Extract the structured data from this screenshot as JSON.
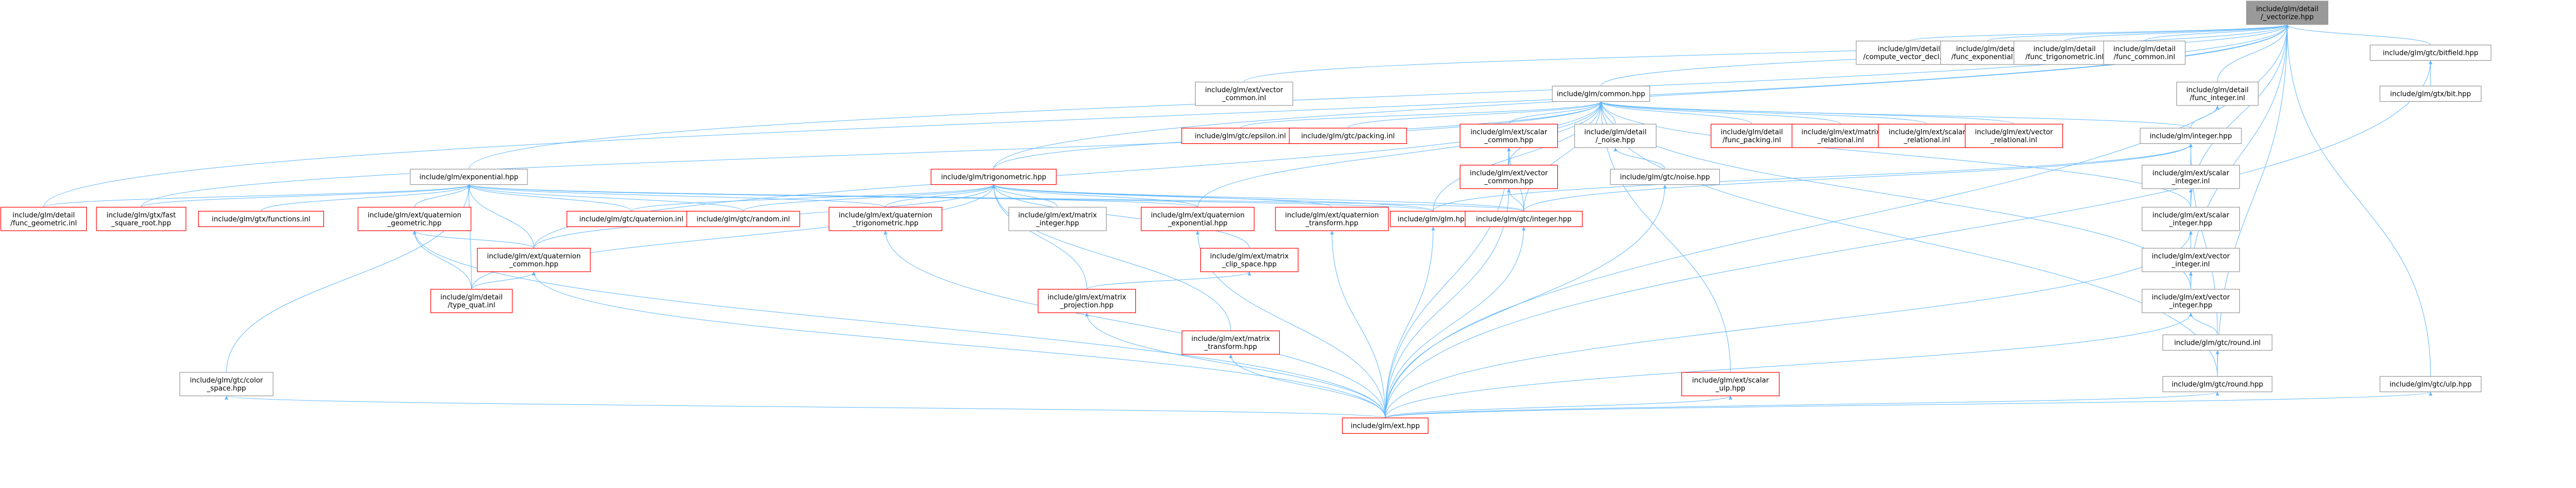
{
  "colors": {
    "edge": "#63B8FF",
    "node_border_default": "#999999",
    "node_border_missing": "#FF0000",
    "node_fill": "#FFFFFF",
    "node_fill_root": "#999999",
    "node_text": "#000000"
  },
  "nodes": [
    {
      "id": "vector_relational",
      "lines": [
        "include/glm/detail",
        "/_vectorize.hpp"
      ],
      "style": "root"
    },
    {
      "id": "compute_vector_decl",
      "lines": [
        "include/glm/detail",
        "/compute_vector_decl.hpp"
      ],
      "style": "default"
    },
    {
      "id": "func_exponential_inl",
      "lines": [
        "include/glm/detail",
        "/func_exponential.inl"
      ],
      "style": "default"
    },
    {
      "id": "func_trigonometric_inl",
      "lines": [
        "include/glm/detail",
        "/func_trigonometric.inl"
      ],
      "style": "default"
    },
    {
      "id": "func_common_inl",
      "lines": [
        "include/glm/detail",
        "/func_common.inl"
      ],
      "style": "default"
    },
    {
      "id": "gtc_bitfield",
      "lines": [
        "include/glm/gtc/bitfield.hpp"
      ],
      "style": "default"
    },
    {
      "id": "ext_vector_common_inl",
      "lines": [
        "include/glm/ext/vector",
        "_common.inl"
      ],
      "style": "default"
    },
    {
      "id": "common_hpp",
      "lines": [
        "include/glm/common.hpp"
      ],
      "style": "default"
    },
    {
      "id": "func_integer_inl",
      "lines": [
        "include/glm/detail",
        "/func_integer.inl"
      ],
      "style": "default"
    },
    {
      "id": "gtx_bit",
      "lines": [
        "include/glm/gtx/bit.hpp"
      ],
      "style": "default"
    },
    {
      "id": "gtc_epsilon_inl",
      "lines": [
        "include/glm/gtc/epsilon.inl"
      ],
      "style": "missing"
    },
    {
      "id": "gtc_packing_inl",
      "lines": [
        "include/glm/gtc/packing.inl"
      ],
      "style": "missing"
    },
    {
      "id": "ext_scalar_common",
      "lines": [
        "include/glm/ext/scalar",
        "_common.hpp"
      ],
      "style": "missing"
    },
    {
      "id": "detail_noise",
      "lines": [
        "include/glm/detail",
        "/_noise.hpp"
      ],
      "style": "default"
    },
    {
      "id": "func_packing_inl",
      "lines": [
        "include/glm/detail",
        "/func_packing.inl"
      ],
      "style": "missing"
    },
    {
      "id": "ext_matrix_relational_inl",
      "lines": [
        "include/glm/ext/matrix",
        "_relational.inl"
      ],
      "style": "missing"
    },
    {
      "id": "ext_scalar_relational_inl",
      "lines": [
        "include/glm/ext/scalar",
        "_relational.inl"
      ],
      "style": "missing"
    },
    {
      "id": "ext_vector_relational_inl",
      "lines": [
        "include/glm/ext/vector",
        "_relational.inl"
      ],
      "style": "missing"
    },
    {
      "id": "integer_hpp",
      "lines": [
        "include/glm/integer.hpp"
      ],
      "style": "default"
    },
    {
      "id": "exponential_hpp",
      "lines": [
        "include/glm/exponential.hpp"
      ],
      "style": "default"
    },
    {
      "id": "trigonometric_hpp",
      "lines": [
        "include/glm/trigonometric.hpp"
      ],
      "style": "missing"
    },
    {
      "id": "ext_vector_common_hpp",
      "lines": [
        "include/glm/ext/vector",
        "_common.hpp"
      ],
      "style": "missing"
    },
    {
      "id": "gtc_noise",
      "lines": [
        "include/glm/gtc/noise.hpp"
      ],
      "style": "default"
    },
    {
      "id": "ext_scalar_integer_inl",
      "lines": [
        "include/glm/ext/scalar",
        "_integer.inl"
      ],
      "style": "default"
    },
    {
      "id": "func_geometric_inl",
      "lines": [
        "include/glm/detail",
        "/func_geometric.inl"
      ],
      "style": "missing"
    },
    {
      "id": "gtx_fast_square_root",
      "lines": [
        "include/glm/gtx/fast",
        "_square_root.hpp"
      ],
      "style": "missing"
    },
    {
      "id": "gtx_functions_inl",
      "lines": [
        "include/glm/gtx/functions.inl"
      ],
      "style": "missing"
    },
    {
      "id": "ext_quaternion_geometric",
      "lines": [
        "include/glm/ext/quaternion",
        "_geometric.hpp"
      ],
      "style": "missing"
    },
    {
      "id": "gtc_quaternion_inl",
      "lines": [
        "include/glm/gtc/quaternion.inl"
      ],
      "style": "missing"
    },
    {
      "id": "gtc_random_inl",
      "lines": [
        "include/glm/gtc/random.inl"
      ],
      "style": "missing"
    },
    {
      "id": "ext_quaternion_trigonometric",
      "lines": [
        "include/glm/ext/quaternion",
        "_trigonometric.hpp"
      ],
      "style": "missing"
    },
    {
      "id": "ext_matrix_integer",
      "lines": [
        "include/glm/ext/matrix",
        "_integer.hpp"
      ],
      "style": "default"
    },
    {
      "id": "ext_quaternion_exponential",
      "lines": [
        "include/glm/ext/quaternion",
        "_exponential.hpp"
      ],
      "style": "missing"
    },
    {
      "id": "ext_quaternion_transform",
      "lines": [
        "include/glm/ext/quaternion",
        "_transform.hpp"
      ],
      "style": "missing"
    },
    {
      "id": "glm_hpp",
      "lines": [
        "include/glm/glm.hpp"
      ],
      "style": "missing"
    },
    {
      "id": "gtc_integer",
      "lines": [
        "include/glm/gtc/integer.hpp"
      ],
      "style": "missing"
    },
    {
      "id": "ext_scalar_integer_hpp",
      "lines": [
        "include/glm/ext/scalar",
        "_integer.hpp"
      ],
      "style": "default"
    },
    {
      "id": "ext_quaternion_common",
      "lines": [
        "include/glm/ext/quaternion",
        "_common.hpp"
      ],
      "style": "missing"
    },
    {
      "id": "ext_matrix_clip_space",
      "lines": [
        "include/glm/ext/matrix",
        "_clip_space.hpp"
      ],
      "style": "missing"
    },
    {
      "id": "ext_vector_integer_inl",
      "lines": [
        "include/glm/ext/vector",
        "_integer.inl"
      ],
      "style": "default"
    },
    {
      "id": "type_quat_inl",
      "lines": [
        "include/glm/detail",
        "/type_quat.inl"
      ],
      "style": "missing"
    },
    {
      "id": "ext_matrix_projection",
      "lines": [
        "include/glm/ext/matrix",
        "_projection.hpp"
      ],
      "style": "missing"
    },
    {
      "id": "ext_vector_integer_hpp",
      "lines": [
        "include/glm/ext/vector",
        "_integer.hpp"
      ],
      "style": "default"
    },
    {
      "id": "ext_matrix_transform",
      "lines": [
        "include/glm/ext/matrix",
        "_transform.hpp"
      ],
      "style": "missing"
    },
    {
      "id": "gtc_round_inl",
      "lines": [
        "include/glm/gtc/round.inl"
      ],
      "style": "default"
    },
    {
      "id": "gtc_color_space",
      "lines": [
        "include/glm/gtc/color",
        "_space.hpp"
      ],
      "style": "default"
    },
    {
      "id": "ext_scalar_ulp",
      "lines": [
        "include/glm/ext/scalar",
        "_ulp.hpp"
      ],
      "style": "missing"
    },
    {
      "id": "gtc_round_hpp",
      "lines": [
        "include/glm/gtc/round.hpp"
      ],
      "style": "default"
    },
    {
      "id": "gtc_ulp",
      "lines": [
        "include/glm/gtc/ulp.hpp"
      ],
      "style": "default"
    },
    {
      "id": "ext_hpp",
      "lines": [
        "include/glm/ext.hpp"
      ],
      "style": "missing"
    }
  ],
  "edges": [
    [
      "vector_relational",
      "compute_vector_decl"
    ],
    [
      "vector_relational",
      "func_exponential_inl"
    ],
    [
      "vector_relational",
      "func_trigonometric_inl"
    ],
    [
      "vector_relational",
      "func_common_inl"
    ],
    [
      "vector_relational",
      "gtc_bitfield"
    ],
    [
      "vector_relational",
      "ext_vector_common_inl"
    ],
    [
      "vector_relational",
      "common_hpp"
    ],
    [
      "vector_relational",
      "func_integer_inl"
    ],
    [
      "vector_relational",
      "exponential_hpp"
    ],
    [
      "vector_relational",
      "ext_scalar_integer_hpp"
    ],
    [
      "vector_relational",
      "ext_vector_integer_hpp"
    ],
    [
      "vector_relational",
      "gtc_round_hpp"
    ],
    [
      "vector_relational",
      "gtc_ulp"
    ],
    [
      "vector_relational",
      "trigonometric_hpp"
    ],
    [
      "vector_relational",
      "func_geometric_inl"
    ],
    [
      "vector_relational",
      "ext_hpp"
    ],
    [
      "gtc_bitfield",
      "gtx_bit"
    ],
    [
      "gtc_bitfield",
      "ext_hpp"
    ],
    [
      "func_integer_inl",
      "integer_hpp"
    ],
    [
      "gtc_ulp",
      "ext_hpp"
    ],
    [
      "common_hpp",
      "gtc_epsilon_inl"
    ],
    [
      "common_hpp",
      "gtc_packing_inl"
    ],
    [
      "common_hpp",
      "ext_scalar_common"
    ],
    [
      "common_hpp",
      "detail_noise"
    ],
    [
      "common_hpp",
      "func_packing_inl"
    ],
    [
      "common_hpp",
      "ext_matrix_relational_inl"
    ],
    [
      "common_hpp",
      "ext_scalar_relational_inl"
    ],
    [
      "common_hpp",
      "ext_vector_relational_inl"
    ],
    [
      "common_hpp",
      "integer_hpp"
    ],
    [
      "common_hpp",
      "trigonometric_hpp"
    ],
    [
      "common_hpp",
      "ext_vector_common_hpp"
    ],
    [
      "common_hpp",
      "glm_hpp"
    ],
    [
      "common_hpp",
      "gtc_integer"
    ],
    [
      "common_hpp",
      "ext_vector_integer_hpp"
    ],
    [
      "common_hpp",
      "gtc_round_hpp"
    ],
    [
      "common_hpp",
      "ext_scalar_ulp"
    ],
    [
      "common_hpp",
      "ext_quaternion_common"
    ],
    [
      "common_hpp",
      "ext_quaternion_exponential"
    ],
    [
      "common_hpp",
      "gtx_fast_square_root"
    ],
    [
      "common_hpp",
      "ext_scalar_integer_hpp"
    ],
    [
      "ext_scalar_common",
      "ext_vector_common_hpp"
    ],
    [
      "ext_scalar_common",
      "gtc_integer"
    ],
    [
      "ext_scalar_common",
      "ext_hpp"
    ],
    [
      "detail_noise",
      "gtc_noise"
    ],
    [
      "gtc_noise",
      "ext_hpp"
    ],
    [
      "ext_vector_common_hpp",
      "gtc_integer"
    ],
    [
      "ext_vector_common_hpp",
      "ext_hpp"
    ],
    [
      "integer_hpp",
      "ext_scalar_integer_inl"
    ],
    [
      "integer_hpp",
      "gtc_integer"
    ],
    [
      "integer_hpp",
      "glm_hpp"
    ],
    [
      "integer_hpp",
      "ext_scalar_integer_hpp"
    ],
    [
      "integer_hpp",
      "gtc_round_inl"
    ],
    [
      "ext_scalar_integer_inl",
      "ext_scalar_integer_hpp"
    ],
    [
      "ext_scalar_integer_hpp",
      "ext_vector_integer_inl"
    ],
    [
      "ext_scalar_integer_hpp",
      "ext_hpp"
    ],
    [
      "ext_vector_integer_inl",
      "ext_vector_integer_hpp"
    ],
    [
      "ext_vector_integer_hpp",
      "gtc_round_inl"
    ],
    [
      "ext_vector_integer_hpp",
      "ext_hpp"
    ],
    [
      "gtc_round_inl",
      "gtc_round_hpp"
    ],
    [
      "gtc_round_hpp",
      "ext_hpp"
    ],
    [
      "exponential_hpp",
      "func_geometric_inl"
    ],
    [
      "exponential_hpp",
      "gtx_fast_square_root"
    ],
    [
      "exponential_hpp",
      "gtx_functions_inl"
    ],
    [
      "exponential_hpp",
      "ext_quaternion_geometric"
    ],
    [
      "exponential_hpp",
      "gtc_quaternion_inl"
    ],
    [
      "exponential_hpp",
      "gtc_random_inl"
    ],
    [
      "exponential_hpp",
      "ext_quaternion_trigonometric"
    ],
    [
      "exponential_hpp",
      "ext_quaternion_common"
    ],
    [
      "exponential_hpp",
      "type_quat_inl"
    ],
    [
      "exponential_hpp",
      "gtc_color_space"
    ],
    [
      "exponential_hpp",
      "glm_hpp"
    ],
    [
      "exponential_hpp",
      "ext_quaternion_exponential"
    ],
    [
      "exponential_hpp",
      "gtc_integer"
    ],
    [
      "ext_quaternion_geometric",
      "ext_quaternion_common"
    ],
    [
      "ext_quaternion_geometric",
      "type_quat_inl"
    ],
    [
      "ext_quaternion_geometric",
      "ext_hpp"
    ],
    [
      "ext_quaternion_common",
      "type_quat_inl"
    ],
    [
      "ext_quaternion_common",
      "ext_hpp"
    ],
    [
      "gtc_color_space",
      "ext_hpp"
    ],
    [
      "trigonometric_hpp",
      "gtc_quaternion_inl"
    ],
    [
      "trigonometric_hpp",
      "gtc_random_inl"
    ],
    [
      "trigonometric_hpp",
      "ext_quaternion_trigonometric"
    ],
    [
      "trigonometric_hpp",
      "ext_matrix_integer"
    ],
    [
      "trigonometric_hpp",
      "ext_quaternion_exponential"
    ],
    [
      "trigonometric_hpp",
      "ext_quaternion_transform"
    ],
    [
      "trigonometric_hpp",
      "glm_hpp"
    ],
    [
      "trigonometric_hpp",
      "gtc_integer"
    ],
    [
      "trigonometric_hpp",
      "ext_matrix_clip_space"
    ],
    [
      "trigonometric_hpp",
      "ext_matrix_projection"
    ],
    [
      "trigonometric_hpp",
      "ext_matrix_transform"
    ],
    [
      "trigonometric_hpp",
      "ext_quaternion_common"
    ],
    [
      "trigonometric_hpp",
      "type_quat_inl"
    ],
    [
      "ext_quaternion_trigonometric",
      "ext_hpp"
    ],
    [
      "ext_quaternion_exponential",
      "ext_hpp"
    ],
    [
      "ext_quaternion_transform",
      "ext_hpp"
    ],
    [
      "ext_matrix_clip_space",
      "ext_matrix_projection"
    ],
    [
      "ext_matrix_projection",
      "ext_hpp"
    ],
    [
      "ext_matrix_transform",
      "ext_hpp"
    ],
    [
      "glm_hpp",
      "ext_hpp"
    ],
    [
      "gtc_integer",
      "ext_hpp"
    ],
    [
      "ext_scalar_ulp",
      "ext_hpp"
    ]
  ]
}
